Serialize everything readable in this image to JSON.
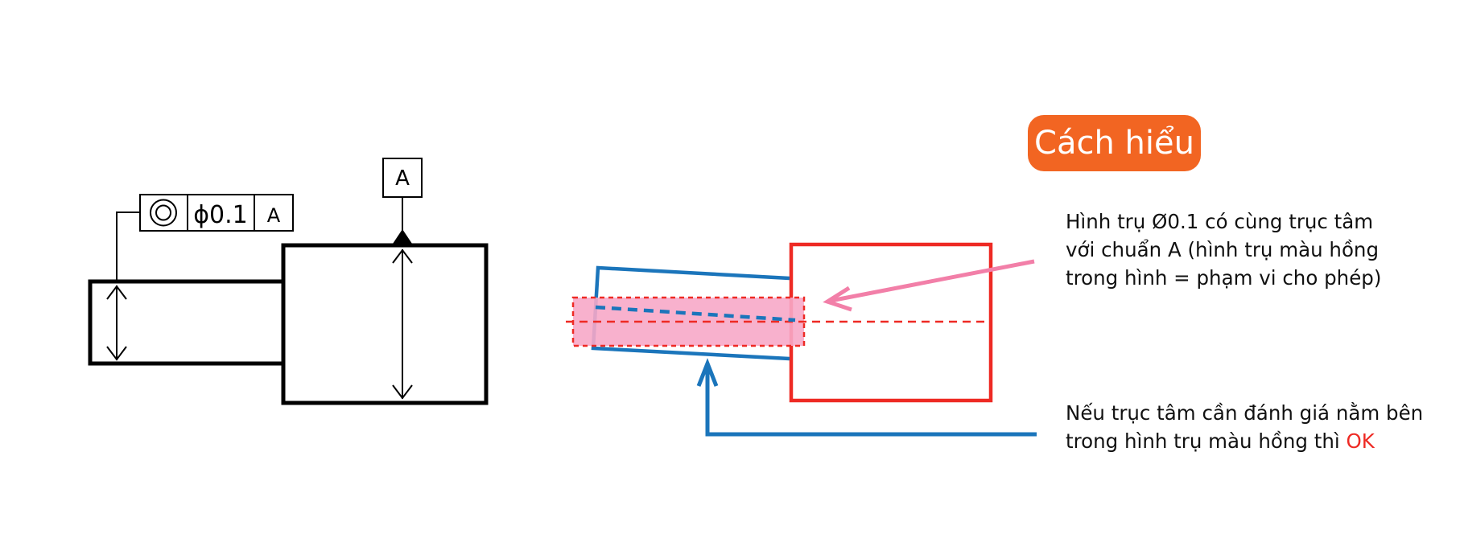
{
  "badge": {
    "label": "Cách hiểu"
  },
  "drawing": {
    "fcf": {
      "symbol": "concentricity-icon",
      "tolerance": "ϕ0.1",
      "datum_ref": "A"
    },
    "datum_label": "A"
  },
  "notes": {
    "tolerance_zone": {
      "lines": [
        "Hình trụ Ø0.1 có cùng trục tâm",
        "với chuẩn A (hình trụ màu hồng",
        "trong hình = phạm vi cho phép)"
      ]
    },
    "evaluation": {
      "line1": "Nếu trục tâm cần đánh giá nằm bên",
      "line2_prefix": "trong hình trụ màu hồng thì ",
      "ok": "OK"
    }
  },
  "colors": {
    "badge": "#F26522",
    "datum_part": "#ee2a24",
    "evaluated_part": "#1b75bb",
    "tolerance_zone": "#f7a8c8",
    "arrow_pink": "#f27fa8",
    "ok_text": "#ee2a24"
  }
}
